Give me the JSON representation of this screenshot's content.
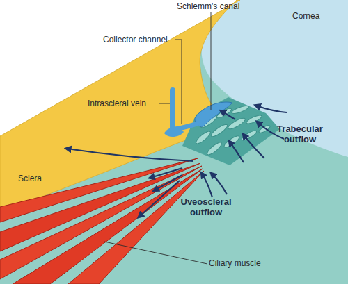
{
  "diagram": {
    "labels": [
      "Schlemm's canal",
      "Collector channel",
      "Cornea",
      "Intrascleral vein",
      "Trabecular outflow",
      "Sclera",
      "Uveoscleral outflow",
      "Ciliary muscle"
    ]
  }
}
